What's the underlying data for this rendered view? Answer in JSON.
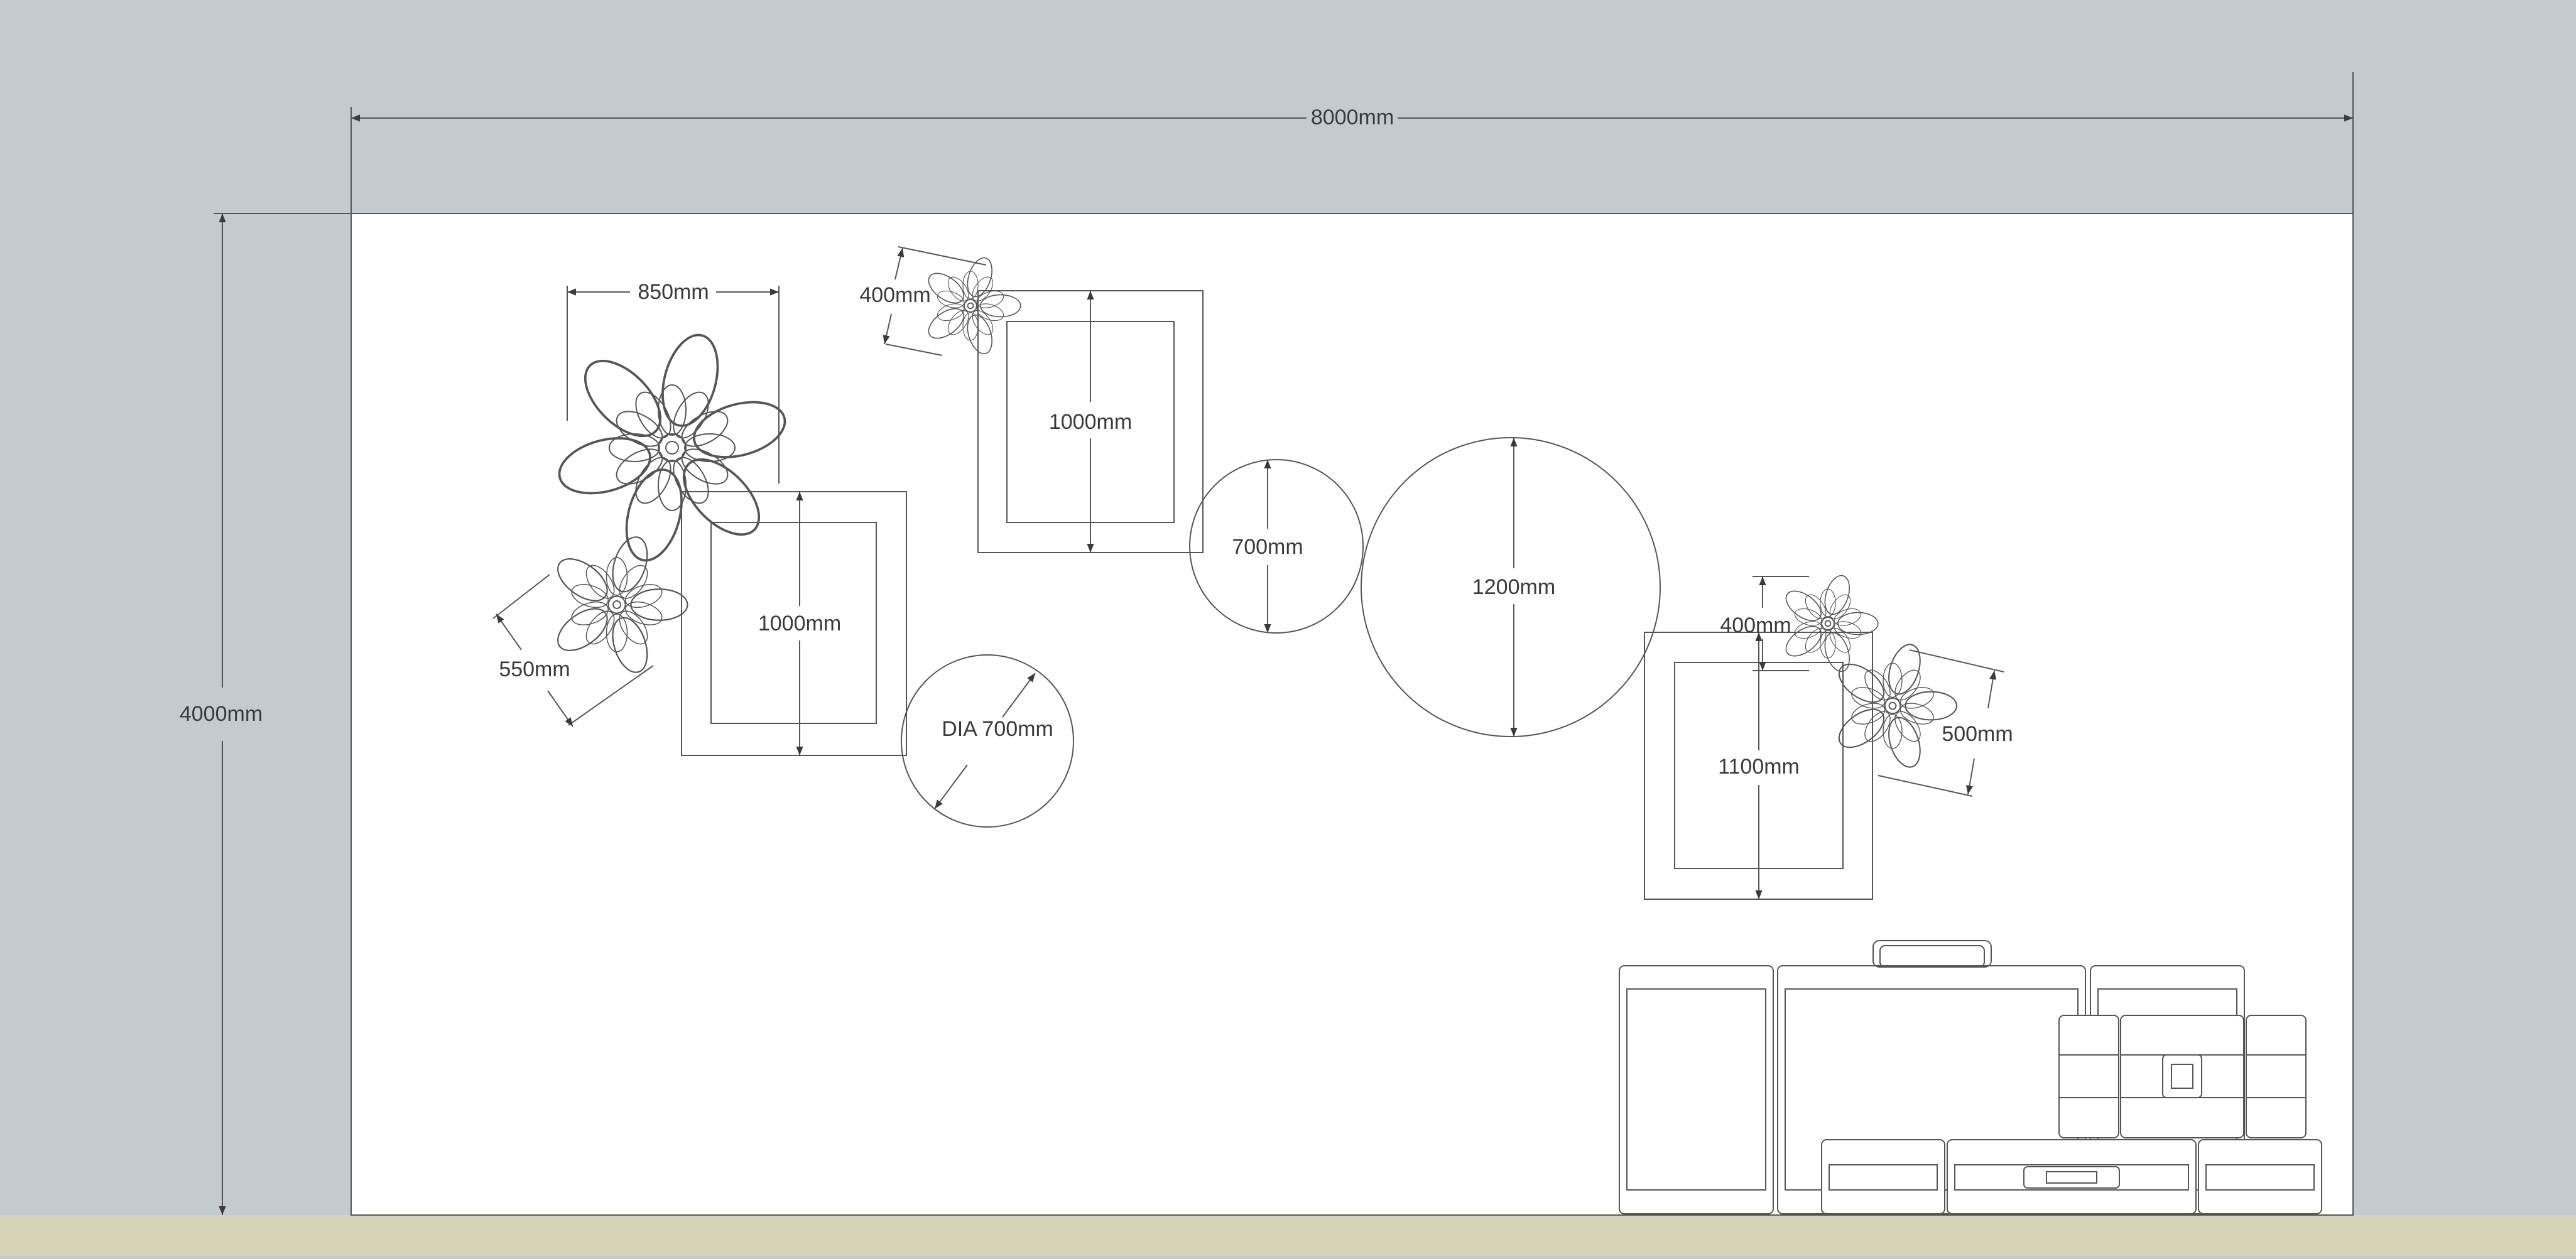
{
  "colors": {
    "background": "#c4cbcf",
    "floor": "#d6d3b8",
    "wall": "#ffffff",
    "line": "#4a4a4a"
  },
  "dimensions": {
    "overall_width": "8000mm",
    "overall_height": "4000mm"
  },
  "elements": {
    "flower_large_width": "850mm",
    "flower_small_top": "400mm",
    "flower_left_small": "550mm",
    "frame_left_height": "1000mm",
    "frame_top_height": "1000mm",
    "circle_small_dia": "DIA 700mm",
    "circle_mid_height": "700mm",
    "circle_large_height": "1200mm",
    "flower_right_small": "400mm",
    "frame_right_height": "1100mm",
    "flower_right_large": "500mm"
  },
  "furniture": {
    "sideboard_icon": "sideboard-icon",
    "tv_cabinet_icon": "tv-cabinet-icon",
    "speaker_icon": "speaker-icon"
  }
}
